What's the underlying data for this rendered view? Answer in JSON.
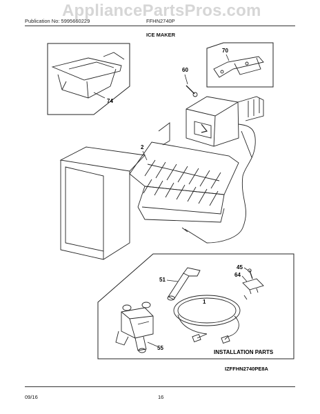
{
  "watermark": "AppliancePartsPros.com",
  "header": {
    "publication": "Publication No: 5995660229",
    "model": "FFHN2740P",
    "section_title": "ICE MAKER"
  },
  "callouts": {
    "p70": "70",
    "p60": "60",
    "p74": "74",
    "p2": "2",
    "p45": "45",
    "p64": "64",
    "p51": "51",
    "p1": "1",
    "p55": "55"
  },
  "installation_parts_label": "INSTALLATION PARTS",
  "figure_code": "IZFFHN2740PE8A",
  "footer": {
    "date": "09/16",
    "page": "16"
  }
}
